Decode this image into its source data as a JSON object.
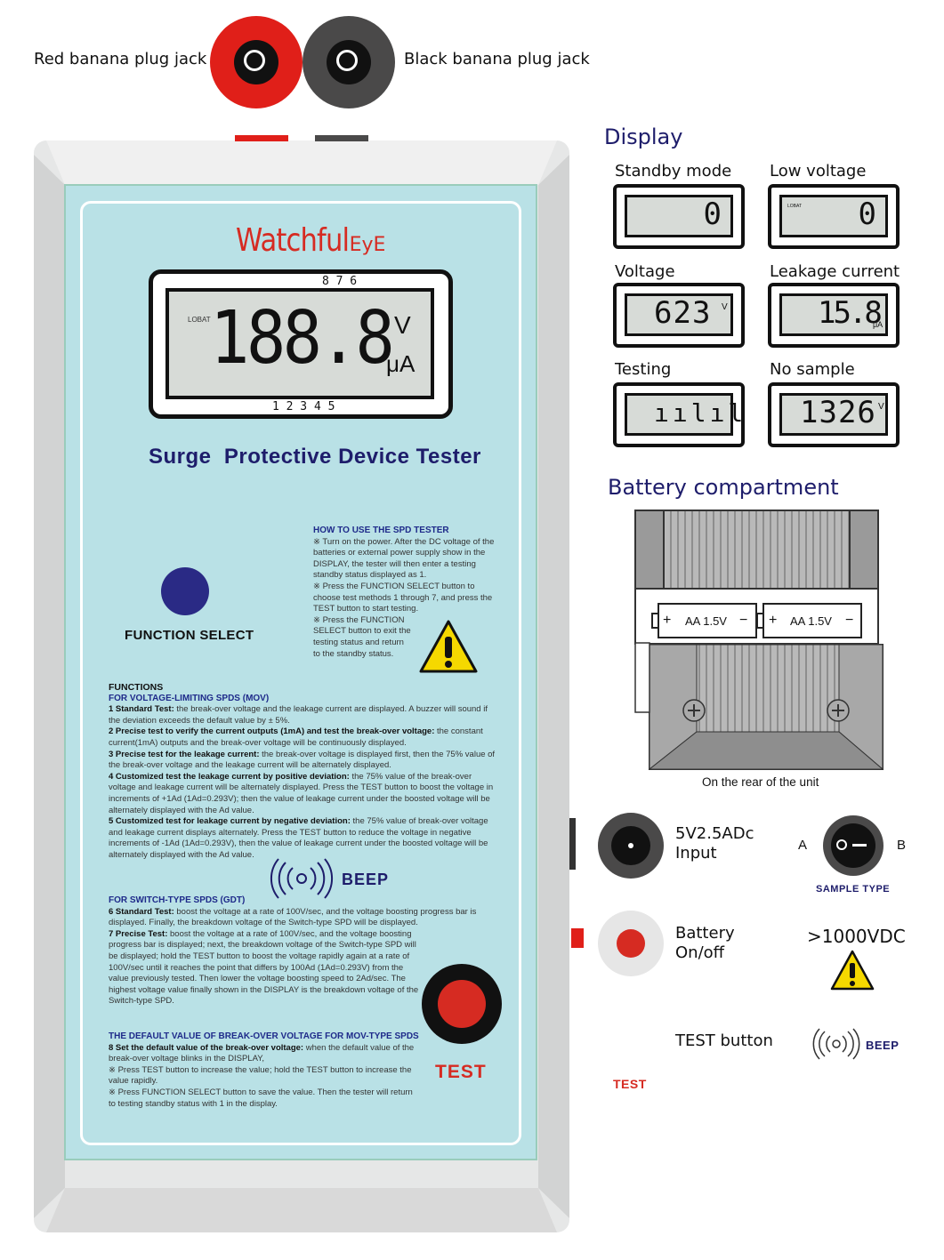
{
  "labels": {
    "red_jack": "Red banana plug jack",
    "black_jack": "Black banana plug jack",
    "display_title": "Display",
    "battery_title": "Battery compartment",
    "rear_note": "On the rear of the unit",
    "dc_input": "5V2.5ADc\nInput",
    "battery_switch": "Battery\nOn/off",
    "high_voltage": ">1000VDC",
    "sample_type": "SAMPLE TYPE",
    "switch_a": "A",
    "switch_b": "B",
    "test_button_label": "TEST button",
    "test_small": "TEST",
    "beep_small": "BEEP"
  },
  "device": {
    "brand_main": "Watchful",
    "brand_suffix": "EyE",
    "lcd_lobat": "LOBAT",
    "lcd_digits": "188.8",
    "lcd_unit_v": "V",
    "lcd_unit_ua": "μA",
    "markers_top": "8   7   6",
    "markers_bottom": "1   2   3   4   5",
    "title": "Surge  Protective Device Tester",
    "function_select": "FUNCTION SELECT",
    "beep": "BEEP",
    "test": "TEST"
  },
  "howto": {
    "title": "HOW TO USE THE SPD TESTER",
    "p1": "※ Turn on the power. After the DC voltage of the batteries or external power supply show in the DISPLAY, the tester will then enter a testing standby status displayed as 1.",
    "p2": "※ Press the FUNCTION SELECT button to choose test methods 1 through 7, and press the TEST button to start testing.",
    "p3": "※ Press the FUNCTION SELECT button to exit the testing status and return to the standby status."
  },
  "functions": {
    "title": "FUNCTIONS",
    "mov_head": "FOR VOLTAGE-LIMITING SPDS (MOV)",
    "f1_b": "1 Standard Test:",
    "f1": " the break-over voltage and the leakage current are displayed. A buzzer will sound if the deviation exceeds the default value by ± 5%.",
    "f2_b": "2 Precise test to verify the current outputs (1mA) and test the break-over voltage:",
    "f2": " the constant current(1mA) outputs and the break-over voltage will be continuously displayed.",
    "f3_b": "3 Precise test for the leakage current:",
    "f3": " the break-over voltage is displayed first, then the 75% value of the break-over voltage and the leakage current will be alternately displayed.",
    "f4_b": "4 Customized test the leakage current by positive deviation:",
    "f4": " the 75% value of the break-over voltage and leakage current will be alternately displayed. Press the TEST button to boost the voltage in increments of +1Ad (1Ad=0.293V); then the value of leakage current under the boosted voltage will be alternately displayed with the Ad value.",
    "f5_b": "5 Customized test for leakage current by negative deviation:",
    "f5": " the 75% value of break-over voltage and leakage current displays alternately. Press the TEST button to reduce the voltage in negative increments of -1Ad (1Ad=0.293V), then the value of leakage current under the boosted voltage will be alternately displayed with the Ad value.",
    "gdt_head": "FOR SWITCH-TYPE SPDS (GDT)",
    "f6_b": "6 Standard Test:",
    "f6": " boost the voltage at a rate of 100V/sec, and the voltage boosting progress bar is displayed. Finally, the breakdown voltage of the Switch-type SPD will be displayed.",
    "f7_b": "7 Precise Test:",
    "f7": " boost the voltage at a rate of 100V/sec, and the voltage boosting progress bar is displayed; next, the breakdown voltage of the Switch-type SPD will be displayed; hold the TEST button to boost the voltage rapidly again at a rate of 100V/sec until it reaches the point that differs by 100Ad (1Ad=0.293V) from the value previously tested. Then lower the voltage boosting speed to 2Ad/sec. The highest voltage value finally shown in the DISPLAY is the breakdown voltage of the Switch-type SPD.",
    "default_head": "THE DEFAULT VALUE OF BREAK-OVER VOLTAGE FOR MOV-TYPE SPDS",
    "f8_b": "8 Set the default value of the break-over voltage:",
    "f8": " when the default value of the break-over voltage blinks in the DISPLAY,",
    "f8a": "※ Press TEST button to increase the value; hold the TEST button to increase the value rapidly.",
    "f8b": "※ Press FUNCTION SELECT button to save the value. Then the tester will return to testing standby status with 1 in the display."
  },
  "displays": [
    {
      "caption": "Standby mode",
      "value": "0",
      "unit": "",
      "small": ""
    },
    {
      "caption": "Low voltage",
      "value": "0",
      "unit": "",
      "small": "LOBAT"
    },
    {
      "caption": "Voltage",
      "value": "623",
      "unit": "V",
      "small": ""
    },
    {
      "caption": "Leakage current",
      "value": "15.8",
      "unit": "μA",
      "small": ""
    },
    {
      "caption": "Testing",
      "value": "ıılıl",
      "unit": "",
      "small": ""
    },
    {
      "caption": "No sample",
      "value": "1326",
      "unit": "V",
      "small": ""
    }
  ],
  "battery": {
    "cell1": "AA 1.5V",
    "cell2": "AA 1.5V",
    "plus": "+",
    "minus": "−"
  },
  "colors": {
    "panel": "#b9e1e6",
    "case": "#e6e7e7",
    "navy": "#1e1d6b",
    "red": "#d62b22",
    "warning": "#f5d800"
  }
}
